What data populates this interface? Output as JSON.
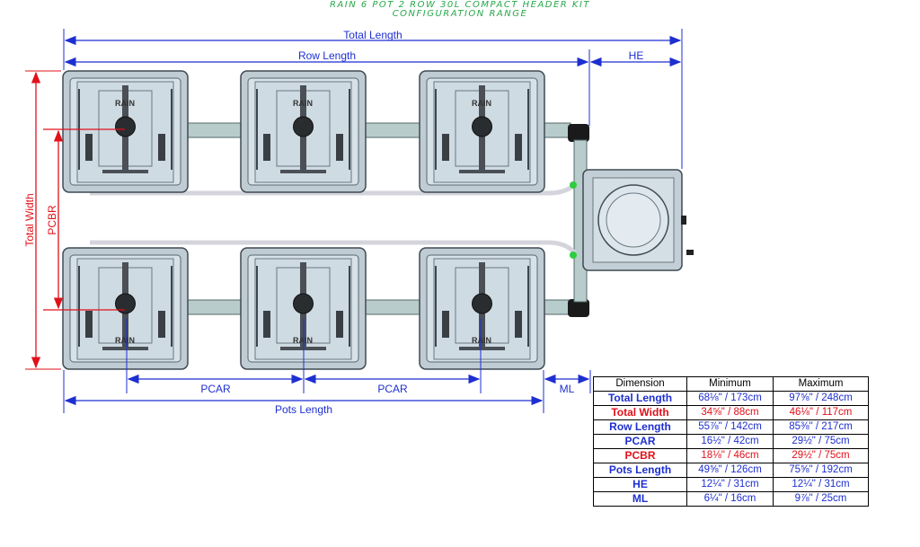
{
  "title": {
    "line1": "RAIN 6 POT 2 ROW 30L COMPACT HEADER KIT",
    "line2": "CONFIGURATION RANGE"
  },
  "dimensions": {
    "total_length": "Total Length",
    "row_length": "Row Length",
    "he": "HE",
    "total_width": "Total Width",
    "pcbr": "PCBR",
    "pcar_left": "PCAR",
    "pcar_right": "PCAR",
    "ml": "ML",
    "pots_length": "Pots Length"
  },
  "pot_brand": "RAIN",
  "colors": {
    "blue_dimension": "#1d2fd0",
    "red_dimension": "#e1101a",
    "title_green": "#27a84a",
    "pot_fill": "#c9d6de",
    "pipe": "#b8cccc"
  },
  "table": {
    "headers": [
      "Dimension",
      "Minimum",
      "Maximum"
    ],
    "rows": [
      {
        "label": "Total Length",
        "min": "68⅛\" / 173cm",
        "max": "97⅝\" / 248cm",
        "color": "blue"
      },
      {
        "label": "Total Width",
        "min": "34⅝\" / 88cm",
        "max": "46⅛\" / 117cm",
        "color": "red"
      },
      {
        "label": "Row Length",
        "min": "55⅞\" / 142cm",
        "max": "85⅜\" / 217cm",
        "color": "blue"
      },
      {
        "label": "PCAR",
        "min": "16½\" / 42cm",
        "max": "29½\" / 75cm",
        "color": "blue"
      },
      {
        "label": "PCBR",
        "min": "18⅛\" / 46cm",
        "max": "29½\" / 75cm",
        "color": "red"
      },
      {
        "label": "Pots Length",
        "min": "49⅝\" / 126cm",
        "max": "75⅝\" / 192cm",
        "color": "blue"
      },
      {
        "label": "HE",
        "min": "12¼\" / 31cm",
        "max": "12¼\" / 31cm",
        "color": "blue"
      },
      {
        "label": "ML",
        "min": "6¼\" / 16cm",
        "max": "9⅞\" / 25cm",
        "color": "blue"
      }
    ]
  }
}
